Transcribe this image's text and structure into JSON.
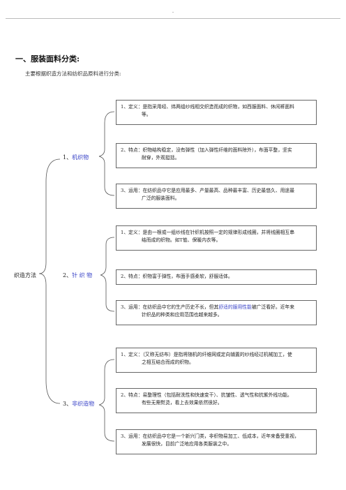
{
  "header": {
    "mark": "-"
  },
  "title": "一、服装面料分类:",
  "subtitle": "主要根据织造方法和纺织品原料进行分类:",
  "root_label": "织造方法",
  "categories": [
    {
      "num": "1、",
      "name": "机织物",
      "items": [
        {
          "line1": "1、定义：是指采用经、纬两组纱线相交织造而成的织物，如西服面料、休闲裤面料",
          "line2": "等。"
        },
        {
          "line1": "2、特点：织物结构稳定，没有弹性（加入弹性纤维的面料除外），布面平整，坚实",
          "line2": "耐穿，外观挺括。"
        },
        {
          "line1": "3、运用：在纺织品中它是应用最多、产量最高、品种最丰富、历史最悠久、用途最",
          "line2": "广泛的服装面料。"
        }
      ]
    },
    {
      "num": "2、",
      "name": "针 织 物",
      "items": [
        {
          "line1": "1、定义：是由一根或一组纱线在针织机按照一定的规律形成线圈，并将线圈相互串",
          "line2": "结而成的织物。如T恤、保暖内衣等。"
        },
        {
          "line1": "2、特点：织物富于弹性，布面手感柔软，舒服适体。",
          "line2": ""
        },
        {
          "line1a": "3、运用：在纺织品中它的生产历史不长，但其",
          "line1_highlight": "舒适的服用性能",
          "line1b": "被广泛看好。近年来",
          "line2": "针织品的种类和应用范围也越来越多。"
        }
      ]
    },
    {
      "num": "3、",
      "name": "非织造物",
      "items": [
        {
          "line1": "1、定义：（又称无纺布）是指将随机的纤维网或定向铺置的纱线经过机械加工，使",
          "line2": "之相互结合而成的织物。"
        },
        {
          "line1": "2、特点：易整理性（包括耐洗性和快速变干）、抗皱性、透气性和抗紫外线功能。",
          "line2": "有些无需熨烫，看上去效果依然很好。"
        },
        {
          "line1": "3、运用：在纺织品中它是一个新兴门类，非织物易加工、低成本，近年来备受重视，",
          "line2": "发展很快，目前广泛地应用各类服装之中。"
        }
      ]
    }
  ],
  "colors": {
    "accent": "#3b45c8",
    "border": "#666666"
  }
}
